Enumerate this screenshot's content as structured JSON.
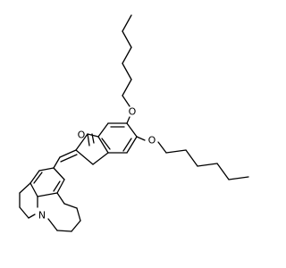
{
  "labels": {
    "ketone_oxygen": "O",
    "ether_oxygen_upper": "O",
    "ether_oxygen_lower": "O",
    "julolidine_nitrogen": "N"
  },
  "colors": {
    "bond": "#000000",
    "text": "#000000",
    "background": "#ffffff"
  }
}
